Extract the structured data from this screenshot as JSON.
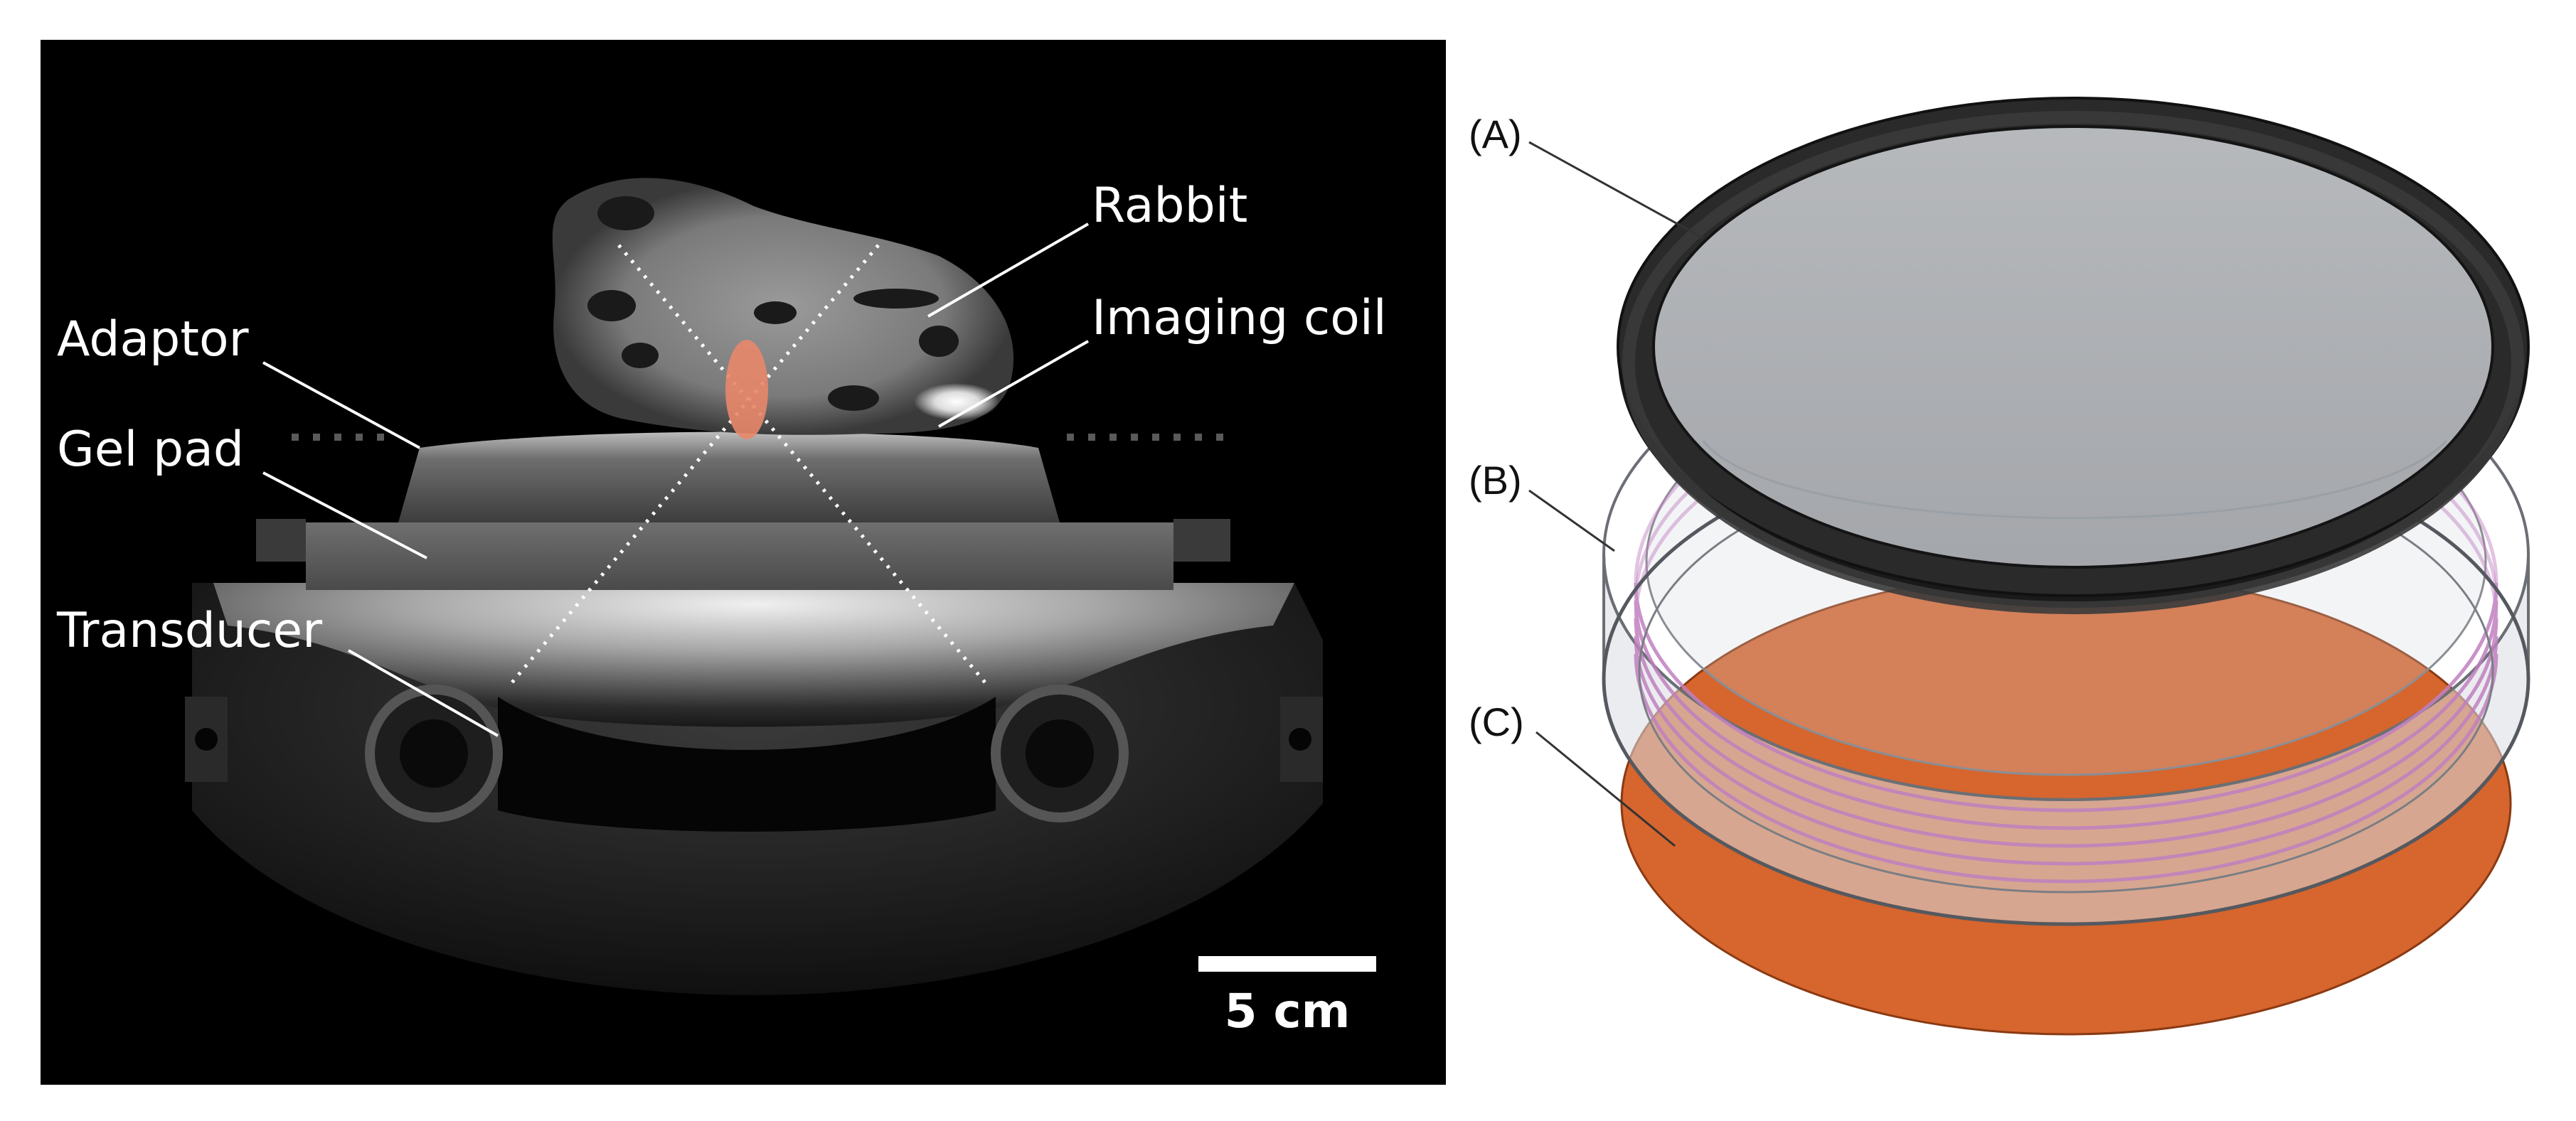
{
  "mri_panel": {
    "labels": {
      "rabbit": "Rabbit",
      "imaging_coil": "Imaging coil",
      "adaptor": "Adaptor",
      "gel_pad": "Gel pad",
      "transducer": "Transducer"
    },
    "scale_bar": {
      "label": "5 cm"
    },
    "colors": {
      "background": "#000000",
      "focal_spot": "#e8876a"
    }
  },
  "device_panel": {
    "labels": {
      "a": "(A)",
      "b": "(B)",
      "c": "(C)"
    },
    "colors": {
      "ring": "#2a2a2a",
      "membrane": "#d6652e",
      "coil": "#c080c0"
    }
  }
}
